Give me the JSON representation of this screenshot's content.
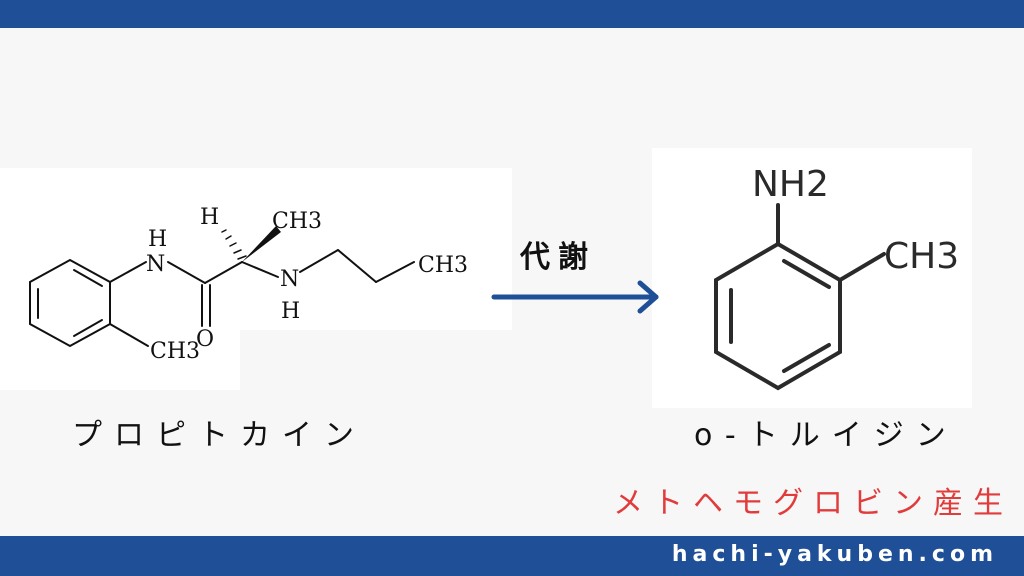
{
  "header": {},
  "left_molecule": {
    "name": "プロピトカイン",
    "atoms": {
      "h_top": "H",
      "n_amide": "N",
      "h_chiral": "H",
      "ch3_top": "CH3",
      "n_amine": "N",
      "h_amine": "H",
      "o": "O",
      "ch3_chain": "CH3",
      "ch3_ring": "CH3"
    }
  },
  "reaction": {
    "label": "代謝",
    "arrow_color": "#1e4f97"
  },
  "right_molecule": {
    "name": "o-トルイジン",
    "atoms": {
      "nh2": "NH2",
      "ch3": "CH3"
    },
    "note": "メトヘモグロビン産生",
    "note_color": "#e23b3b"
  },
  "footer": {
    "site": "hachi-yakuben.com"
  },
  "colors": {
    "bar": "#1e4f97",
    "background": "#f7f7f7"
  }
}
